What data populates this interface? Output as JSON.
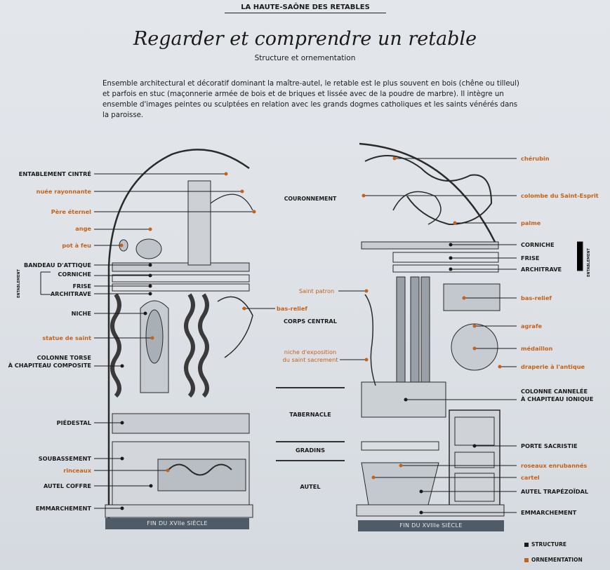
{
  "header": {
    "series": "LA HAUTE-SAÔNE DES RETABLES"
  },
  "title": "Regarder et comprendre un retable",
  "subtitle": "Structure et ornementation",
  "intro": "Ensemble architectural et décoratif dominant la maître-autel, le retable est le plus souvent en bois (chêne ou tilleul) et parfois en stuc (maçonnerie armée de bois et de briques et lissée avec de la poudre de marbre). Il intègre un ensemble d'images peintes ou sculptées en relation avec les grands dogmes catholiques et les saints vénérés dans la paroisse.",
  "left_labels": {
    "entablement_cintre": "ENTABLEMENT CINTRÉ",
    "nuee": "nuée rayonnante",
    "pere": "Père éternel",
    "ange": "ange",
    "pot": "pot à feu",
    "bandeau": "BANDEAU D'ATTIQUE",
    "corniche": "CORNICHE",
    "frise": "FRISE",
    "architrave": "ARCHITRAVE",
    "entablement_side": "ENTABLEMENT",
    "niche": "NICHE",
    "statue": "statue de saint",
    "colonne1": "COLONNE TORSE",
    "colonne2": "À CHAPITEAU COMPOSITE",
    "piedestal": "PIÉDESTAL",
    "soubassement": "SOUBASSEMENT",
    "rinceaux": "rinceaux",
    "autel": "AUTEL COFFRE",
    "emmarchement": "EMMARCHEMENT"
  },
  "center_labels": {
    "couronnement": "COURONNEMENT",
    "saint_patron": "Saint patron",
    "bas_relief": "bas-relief",
    "corps": "CORPS CENTRAL",
    "niche_expo1": "niche d'exposition",
    "niche_expo2": "du saint sacrement",
    "tabernacle": "TABERNACLE",
    "gradins": "GRADINS",
    "autel": "AUTEL"
  },
  "right_labels": {
    "cherubin": "chérubin",
    "colombe": "colombe du Saint-Esprit",
    "palme": "palme",
    "corniche": "CORNICHE",
    "frise": "FRISE",
    "architrave": "ARCHITRAVE",
    "entablement_side": "ENTABLEMENT",
    "bas_relief": "bas-relief",
    "agrafe": "agrafe",
    "medaillon": "médaillon",
    "draperie": "draperie à l'antique",
    "colonne1": "COLONNE CANNELÉE",
    "colonne2": "À CHAPITEAU IONIQUE",
    "porte": "PORTE SACRISTIE",
    "roseaux": "roseaux enrubannés",
    "cartel": "cartel",
    "autel": "AUTEL TRAPÉZOÏDAL",
    "emmarchement": "EMMARCHEMENT"
  },
  "captions": {
    "left": "FIN DU XVIIe SIÈCLE",
    "right": "FIN DU XVIIIe SIÈCLE"
  },
  "legend": {
    "structure": "STRUCTURE",
    "ornementation": "ORNEMENTATION"
  },
  "colors": {
    "structure": "#1a1a1a",
    "ornementation": "#c4621a",
    "caption_bar": "#4f5b66"
  }
}
